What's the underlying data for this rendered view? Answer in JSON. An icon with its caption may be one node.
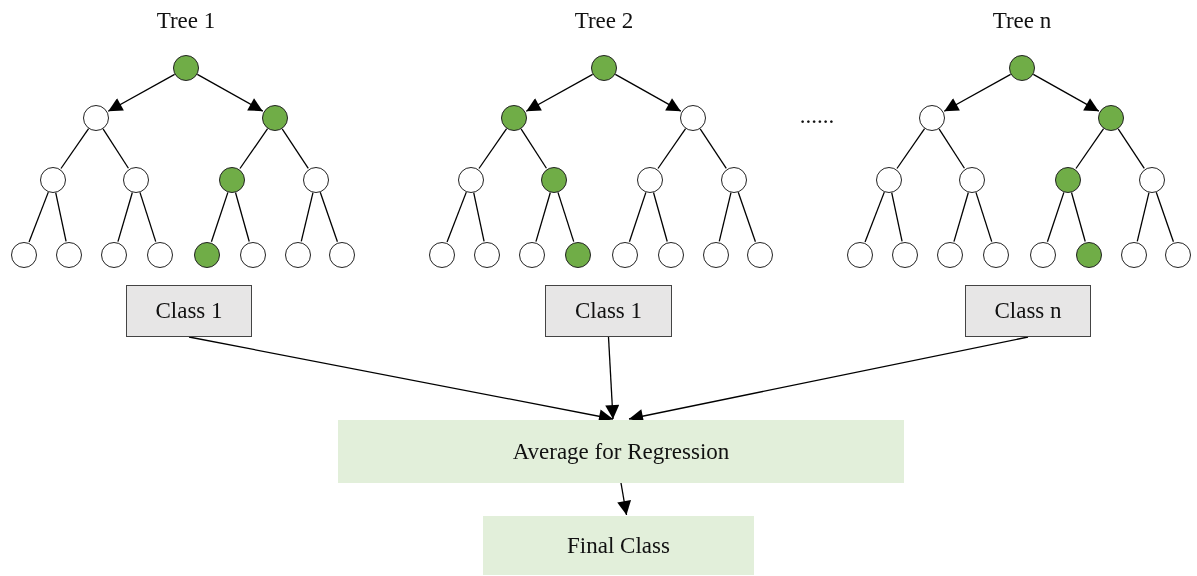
{
  "diagram": {
    "nodes": [
      {
        "text": [],
        "shape": "circle"
      },
      {
        "text": [],
        "shape": "circle"
      },
      {
        "text": [],
        "shape": "circle"
      },
      {
        "text": [],
        "shape": "circle"
      },
      {
        "text": [],
        "shape": "circle"
      },
      {
        "text": [],
        "shape": "circle"
      },
      {
        "text": [],
        "shape": "circle"
      },
      {
        "text": [],
        "shape": "circle"
      },
      {
        "text": [],
        "shape": "circle"
      },
      {
        "text": [],
        "shape": "circle"
      },
      {
        "text": [],
        "shape": "circle"
      },
      {
        "text": [],
        "shape": "circle"
      },
      {
        "text": [],
        "shape": "circle"
      },
      {
        "text": [],
        "shape": "circle"
      },
      {
        "text": [],
        "shape": "circle"
      },
      {
        "text": [],
        "shape": "circle"
      },
      {
        "text": [],
        "shape": "circle"
      },
      {
        "text": [],
        "shape": "circle"
      },
      {
        "text": [],
        "shape": "circle"
      },
      {
        "text": [],
        "shape": "circle"
      },
      {
        "text": [],
        "shape": "circle"
      },
      {
        "text": [],
        "shape": "circle"
      },
      {
        "text": [],
        "shape": "circle"
      },
      {
        "text": [],
        "shape": "circle"
      },
      {
        "text": [],
        "shape": "circle"
      },
      {
        "text": [],
        "shape": "circle"
      },
      {
        "text": [],
        "shape": "circle"
      },
      {
        "text": [],
        "shape": "circle"
      },
      {
        "text": [],
        "shape": "circle"
      },
      {
        "text": [],
        "shape": "circle"
      },
      {
        "text": [],
        "shape": "circle"
      },
      {
        "text": [],
        "shape": "circle"
      },
      {
        "text": [],
        "shape": "circle"
      },
      {
        "text": [],
        "shape": "circle"
      },
      {
        "text": [],
        "shape": "circle"
      },
      {
        "text": [],
        "shape": "circle"
      },
      {
        "text": [],
        "shape": "circle"
      },
      {
        "text": [],
        "shape": "circle"
      },
      {
        "text": [],
        "shape": "circle"
      },
      {
        "text": [],
        "shape": "circle"
      },
      {
        "text": [],
        "shape": "circle"
      },
      {
        "text": [],
        "shape": "circle"
      },
      {
        "text": [],
        "shape": "circle"
      },
      {
        "text": [],
        "shape": "circle"
      },
      {
        "text": [],
        "shape": "circle"
      },
      {
        "text": [
          "Class 1"
        ]
      },
      {
        "text": [
          "Class 1"
        ]
      },
      {
        "text": [
          "Class n"
        ]
      },
      {
        "text": [
          "Average for Regression"
        ]
      },
      {
        "text": [
          "Final Class"
        ]
      }
    ],
    "edges": [
      {
        "from": 0,
        "to": 3,
        "arrow": "to"
      },
      {
        "from": 0,
        "to": 4,
        "arrow": "to"
      },
      {
        "from": 1,
        "to": 5,
        "arrow": "to"
      },
      {
        "from": 1,
        "to": 6,
        "arrow": "to"
      },
      {
        "from": 2,
        "to": 7,
        "arrow": "to"
      },
      {
        "from": 2,
        "to": 8,
        "arrow": "to"
      },
      {
        "from": 3,
        "to": 9,
        "arrow": "none"
      },
      {
        "from": 3,
        "to": 10,
        "arrow": "none"
      },
      {
        "from": 4,
        "to": 11,
        "arrow": "none"
      },
      {
        "from": 4,
        "to": 12,
        "arrow": "none"
      },
      {
        "from": 5,
        "to": 13,
        "arrow": "none"
      },
      {
        "from": 5,
        "to": 14,
        "arrow": "none"
      },
      {
        "from": 6,
        "to": 15,
        "arrow": "none"
      },
      {
        "from": 6,
        "to": 16,
        "arrow": "none"
      },
      {
        "from": 7,
        "to": 17,
        "arrow": "none"
      },
      {
        "from": 7,
        "to": 18,
        "arrow": "none"
      },
      {
        "from": 8,
        "to": 19,
        "arrow": "none"
      },
      {
        "from": 8,
        "to": 20,
        "arrow": "none"
      },
      {
        "from": 9,
        "to": 21,
        "arrow": "none"
      },
      {
        "from": 9,
        "to": 22,
        "arrow": "none"
      },
      {
        "from": 10,
        "to": 23,
        "arrow": "none"
      },
      {
        "from": 10,
        "to": 24,
        "arrow": "none"
      },
      {
        "from": 11,
        "to": 25,
        "arrow": "none"
      },
      {
        "from": 11,
        "to": 26,
        "arrow": "none"
      },
      {
        "from": 12,
        "to": 27,
        "arrow": "none"
      },
      {
        "from": 12,
        "to": 28,
        "arrow": "none"
      },
      {
        "from": 13,
        "to": 29,
        "arrow": "none"
      },
      {
        "from": 13,
        "to": 30,
        "arrow": "none"
      },
      {
        "from": 14,
        "to": 31,
        "arrow": "none"
      },
      {
        "from": 14,
        "to": 32,
        "arrow": "none"
      },
      {
        "from": 15,
        "to": 33,
        "arrow": "none"
      },
      {
        "from": 15,
        "to": 34,
        "arrow": "none"
      },
      {
        "from": 16,
        "to": 35,
        "arrow": "none"
      },
      {
        "from": 16,
        "to": 36,
        "arrow": "none"
      },
      {
        "from": 17,
        "to": 37,
        "arrow": "none"
      },
      {
        "from": 17,
        "to": 38,
        "arrow": "none"
      },
      {
        "from": 18,
        "to": 39,
        "arrow": "none"
      },
      {
        "from": 18,
        "to": 40,
        "arrow": "none"
      },
      {
        "from": 19,
        "to": 41,
        "arrow": "none"
      },
      {
        "from": 19,
        "to": 42,
        "arrow": "none"
      },
      {
        "from": 20,
        "to": 43,
        "arrow": "none"
      },
      {
        "from": 20,
        "to": 44,
        "arrow": "none"
      },
      {
        "from": 45,
        "to": 48,
        "arrow": "to"
      },
      {
        "from": 46,
        "to": 48,
        "arrow": "to"
      },
      {
        "from": 47,
        "to": 48,
        "arrow": "to"
      },
      {
        "from": 48,
        "to": 49,
        "arrow": "to"
      }
    ],
    "labels": [
      "Tree 1",
      "Tree 2",
      "Tree n",
      "......"
    ]
  }
}
